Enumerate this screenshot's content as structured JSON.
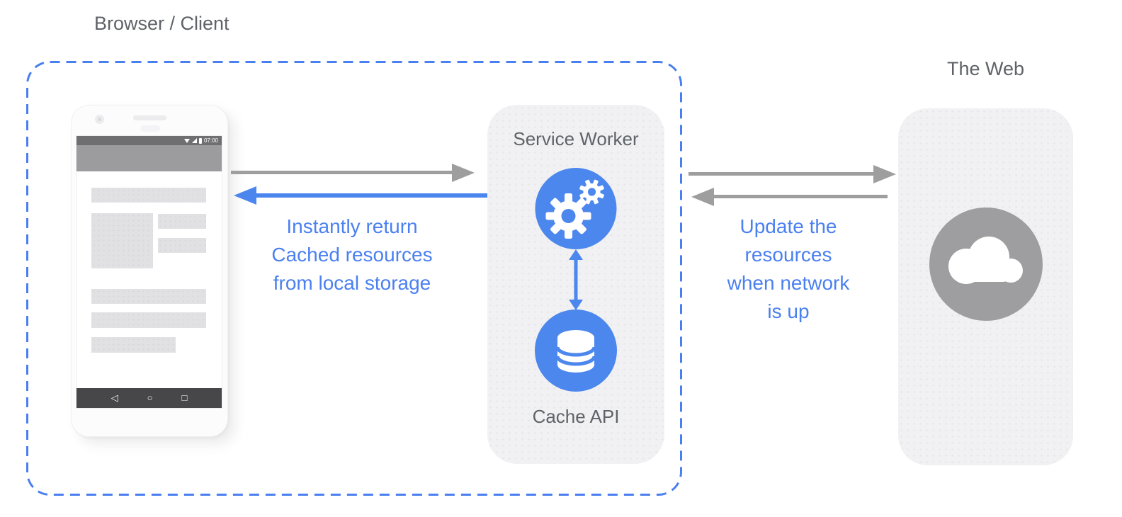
{
  "labels": {
    "browser_client": "Browser / Client",
    "the_web": "The Web",
    "service_worker": "Service Worker",
    "cache_api": "Cache API"
  },
  "captions": {
    "left": [
      "Instantly return",
      "Cached resources",
      "from local storage"
    ],
    "right": [
      "Update the",
      "resources",
      "when network",
      "is up"
    ]
  },
  "phone": {
    "status_time": "07:00",
    "nav_back_glyph": "◁",
    "nav_home_glyph": "○",
    "nav_recents_glyph": "□"
  },
  "icons": {
    "service_worker_badge": "gears-icon",
    "cache_api_badge": "database-icon",
    "web_badge": "cloud-icon",
    "status_bar": [
      "wifi-icon",
      "signal-icon",
      "battery-icon"
    ],
    "nav_bar": [
      "back-icon",
      "home-icon",
      "recents-icon"
    ]
  },
  "colors": {
    "accent_blue": "#4c87ee",
    "caption_blue": "#4b80f0",
    "dashed_border_blue": "#4a7ff0",
    "arrow_gray": "#9e9e9e",
    "label_gray": "#5f6368",
    "panel_bg": "#f1f1f3",
    "web_circle_gray": "#9e9ea0"
  }
}
